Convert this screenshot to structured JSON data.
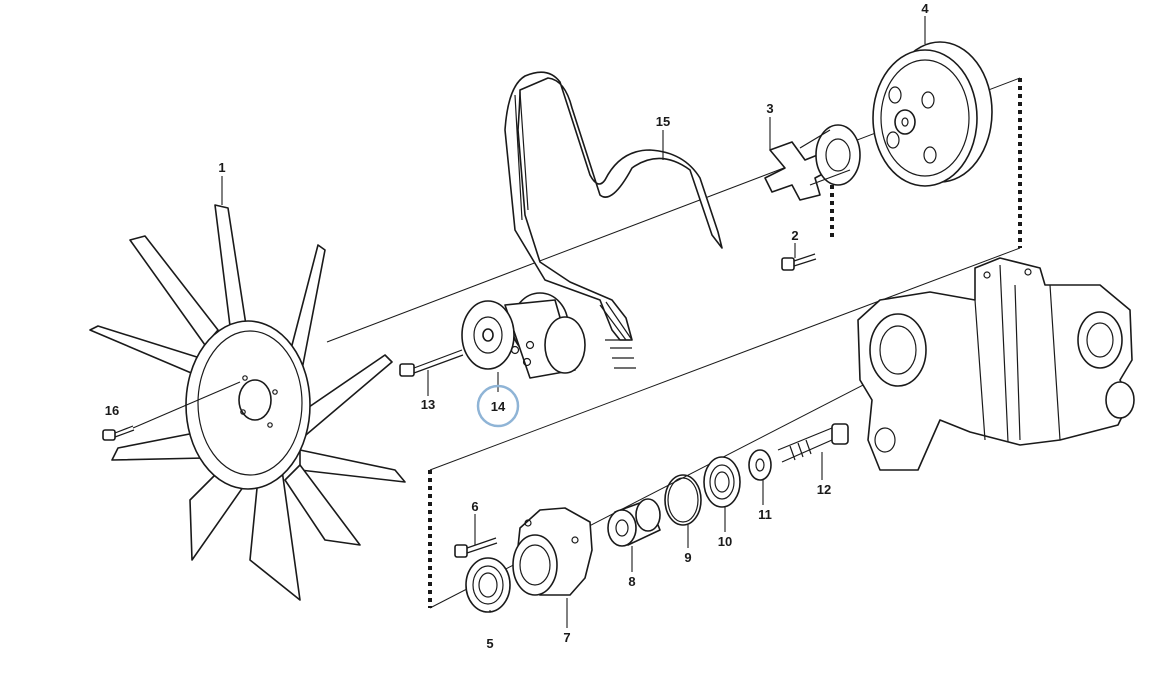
{
  "diagram": {
    "labels": [
      {
        "id": "1",
        "text": "1"
      },
      {
        "id": "2",
        "text": "2"
      },
      {
        "id": "3",
        "text": "3"
      },
      {
        "id": "4",
        "text": "4"
      },
      {
        "id": "5",
        "text": "5"
      },
      {
        "id": "6",
        "text": "6"
      },
      {
        "id": "7",
        "text": "7"
      },
      {
        "id": "8",
        "text": "8"
      },
      {
        "id": "9",
        "text": "9"
      },
      {
        "id": "10",
        "text": "10"
      },
      {
        "id": "11",
        "text": "11"
      },
      {
        "id": "12",
        "text": "12"
      },
      {
        "id": "13",
        "text": "13"
      },
      {
        "id": "14",
        "text": "14"
      },
      {
        "id": "15",
        "text": "15"
      },
      {
        "id": "16",
        "text": "16"
      }
    ],
    "highlighted_label": "14",
    "highlight_color": "#8fb4d6",
    "line_color": "#1a1a1a"
  }
}
